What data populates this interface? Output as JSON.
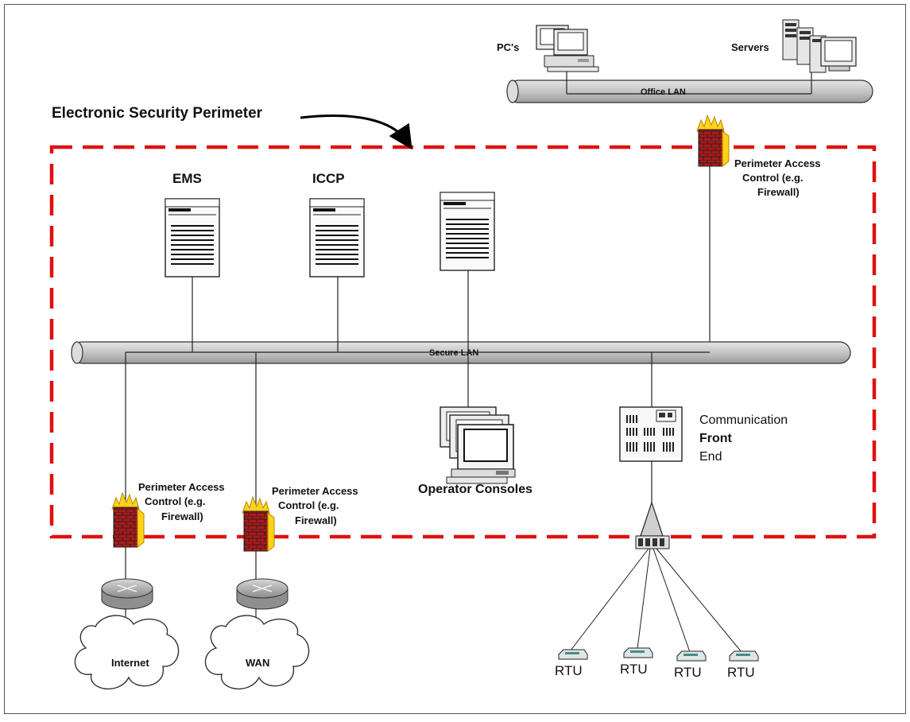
{
  "diagram": {
    "perimeter_title": "Electronic Security Perimeter",
    "colors": {
      "perimeter": "#e01010",
      "lan_fill": "#c8c8c8",
      "firewall_brick": "#b01818",
      "flame": "#ffd21a"
    },
    "office": {
      "pcs_label": "PC's",
      "servers_label": "Servers",
      "lan_label": "Office LAN"
    },
    "secure": {
      "lan_label": "Secure LAN",
      "ems_label": "EMS",
      "iccp_label": "ICCP",
      "operator_label": "Operator Consoles",
      "cfe_line1": "Communication",
      "cfe_line2": "Front",
      "cfe_line3": "End"
    },
    "firewall_office": {
      "line1": "Perimeter Access",
      "line2": "Control (e.g.",
      "line3": "Firewall)"
    },
    "firewall_internet": {
      "line1": "Perimeter Access",
      "line2": "Control (e.g.",
      "line3": "Firewall)"
    },
    "firewall_wan": {
      "line1": "Perimeter Access",
      "line2": "Control (e.g.",
      "line3": "Firewall)"
    },
    "clouds": {
      "internet_label": "Internet",
      "wan_label": "WAN"
    },
    "rtus": [
      "RTU",
      "RTU",
      "RTU",
      "RTU"
    ],
    "icons": {
      "server": "server-tower-icon",
      "firewall": "burning-brick-wall-icon",
      "router": "router-icon",
      "cloud": "cloud-icon",
      "rtu": "rtu-modem-icon",
      "hub": "hub-icon",
      "pc": "desktop-computer-icon"
    }
  }
}
